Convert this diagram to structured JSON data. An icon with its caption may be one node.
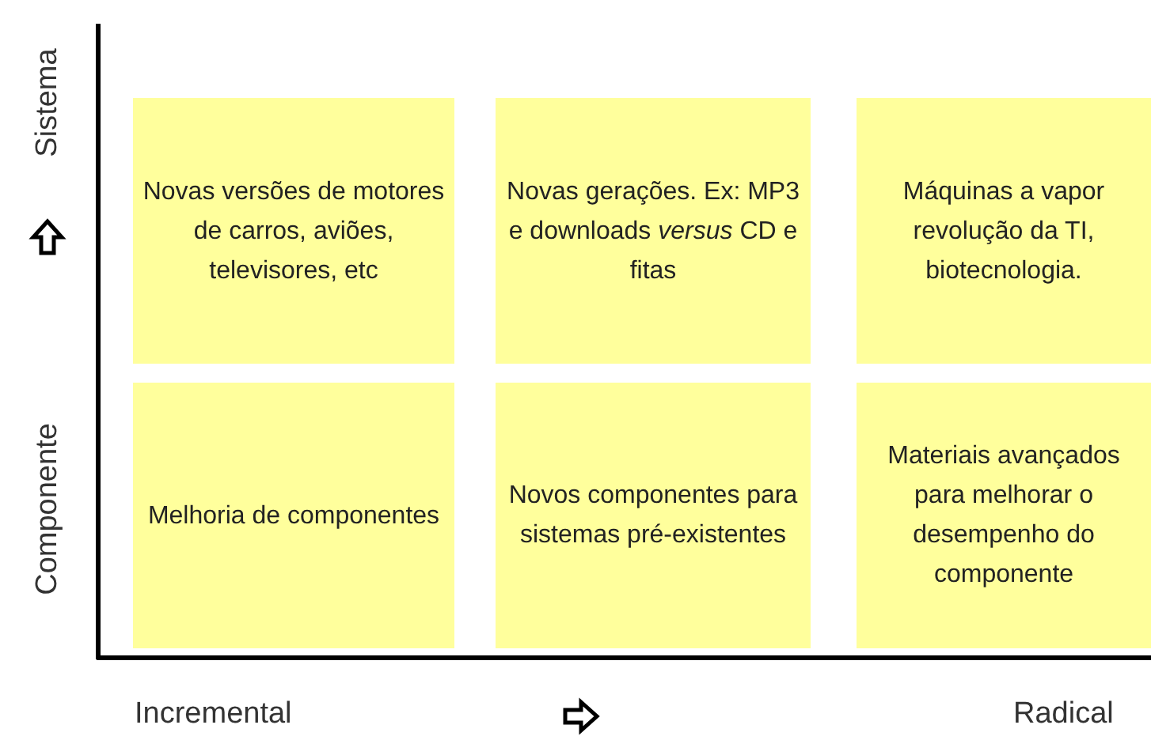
{
  "diagram": {
    "nodes": [
      {
        "text": [
          "Novas versões de motores de carros, aviões, televisores, etc"
        ]
      },
      {
        "text": [
          "Novas gerações. Ex: MP3 e downloads *versus* CD e fitas"
        ]
      },
      {
        "text": [
          "Máquinas a vapor revolução da TI, biotecnologia."
        ]
      },
      {
        "text": [
          "Melhoria de componentes"
        ]
      },
      {
        "text": [
          "Novos componentes para sistemas pré-existentes"
        ]
      },
      {
        "text": [
          "Materiais avançados para melhorar o desempenho do componente"
        ]
      }
    ],
    "labels": [
      "Sistema",
      "Componente",
      "Incremental",
      "Radical"
    ]
  }
}
